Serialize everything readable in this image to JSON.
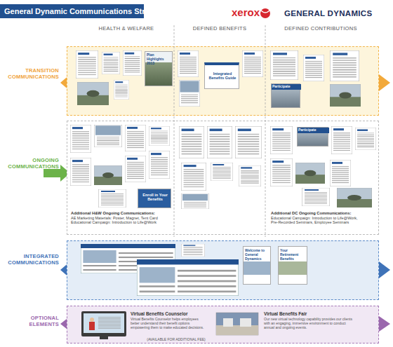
{
  "diagram": {
    "title": "General Dynamic Communications Strategy",
    "nodes": [
      {
        "text": [
          "TRANSITION COMMUNICATIONS"
        ]
      },
      {
        "text": [
          "Plan Highlights 2013"
        ],
        "in": 0
      },
      {
        "text": [
          "Integrated Benefits Guide"
        ],
        "in": 0
      },
      {
        "text": [
          "Participate"
        ],
        "in": 0
      },
      {
        "text": [
          "ONGOING COMMUNICATIONS",
          "Additional H&W Ongoing Communications:",
          "AE Marketing Materials: Poster, Magnet, Tent Card",
          "Educational Campaign: Introduction to Life@Work",
          "Additional DC Ongoing Communications:",
          "Educational Campaign: Introduction to Life@Work,",
          "Pre-Recorded Seminars, Employee Seminars"
        ]
      },
      {
        "text": [
          "Enroll in Your Benefits"
        ],
        "in": 4
      },
      {
        "text": [
          "Participate"
        ],
        "in": 4
      },
      {
        "text": [
          "INTEGRATED COMMUNICATIONS"
        ]
      },
      {
        "text": [
          "Welcome to General Dynamics"
        ],
        "in": 7
      },
      {
        "text": [
          "Your Retirement Benefits"
        ],
        "in": 7
      },
      {
        "text": [
          "OPTIONAL ELEMENTS",
          "(AVAILABLE FOR ADDITIONAL FEE)"
        ]
      },
      {
        "text": [
          "Virtual Benefits Counselor",
          "Virtual Benefits Counselor helps employees better understand their benefit options empowering them to make educated decisions."
        ],
        "in": 10
      },
      {
        "text": [
          "Virtual Benefits Fair",
          "Our new virtual technology capability provides our clients with an engaging, immersive environment to conduct annual and ongoing events."
        ],
        "in": 10
      }
    ],
    "labels": [
      "xerox",
      "GENERAL DYNAMICS",
      "HEALTH & WELFARE",
      "DEFINED BENEFITS",
      "DEFINED CONTRIBUTIONS"
    ]
  }
}
